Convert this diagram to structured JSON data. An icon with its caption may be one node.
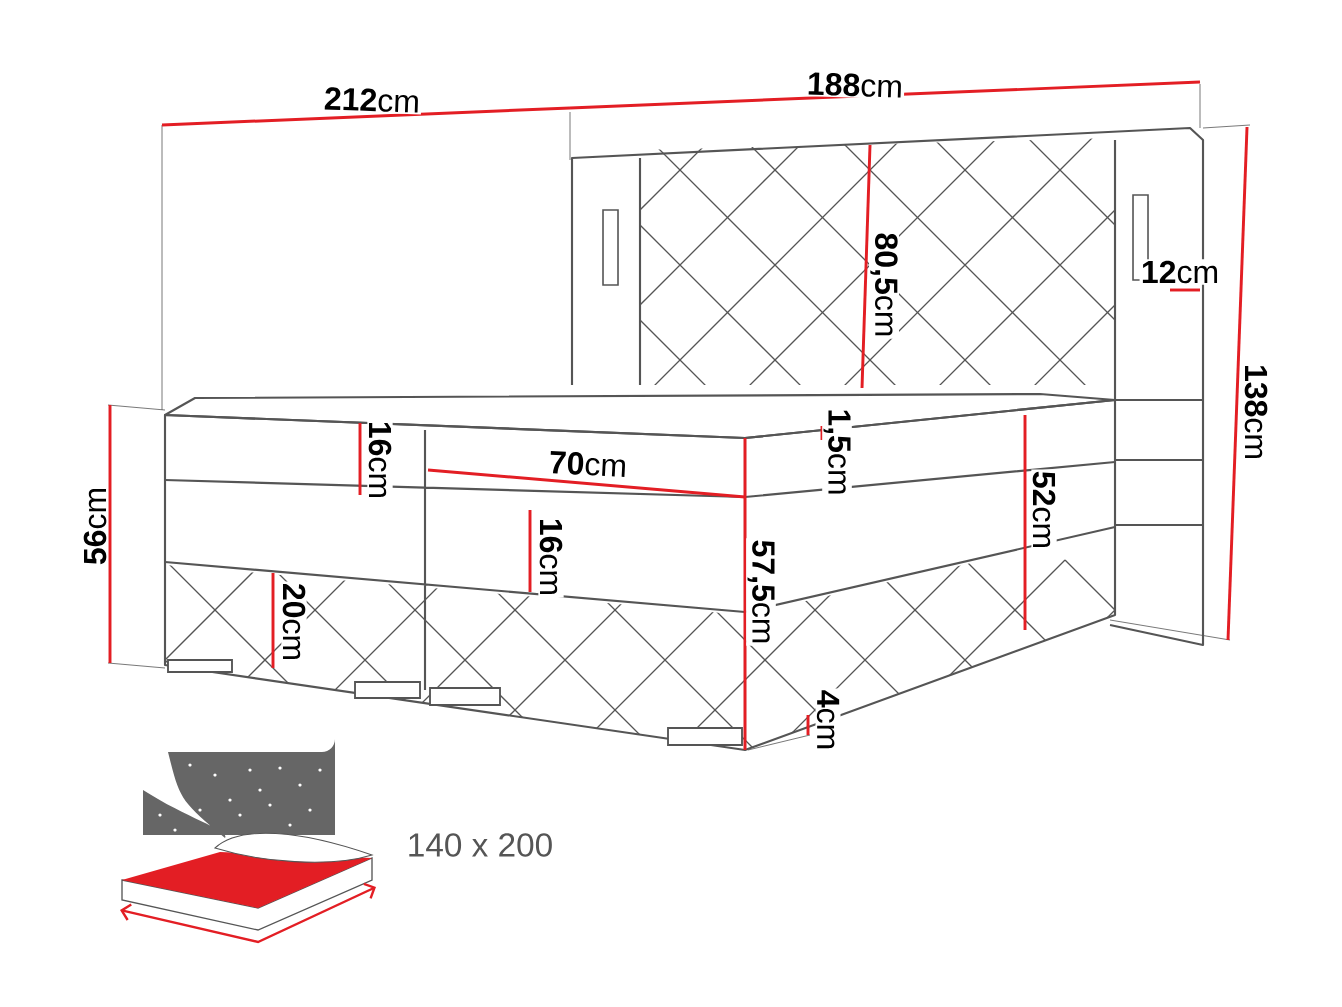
{
  "diagram": {
    "labels": [
      "**212**cm",
      "**188**cm",
      "**80,5**cm",
      "**12**cm",
      "**138**cm",
      "**1,5**cm",
      "**16**cm",
      "**70**cm",
      "**52**cm",
      "**56**cm",
      "**16**cm",
      "**57,5**cm",
      "**20**cm",
      "**4**cm",
      "140 x 200"
    ]
  }
}
